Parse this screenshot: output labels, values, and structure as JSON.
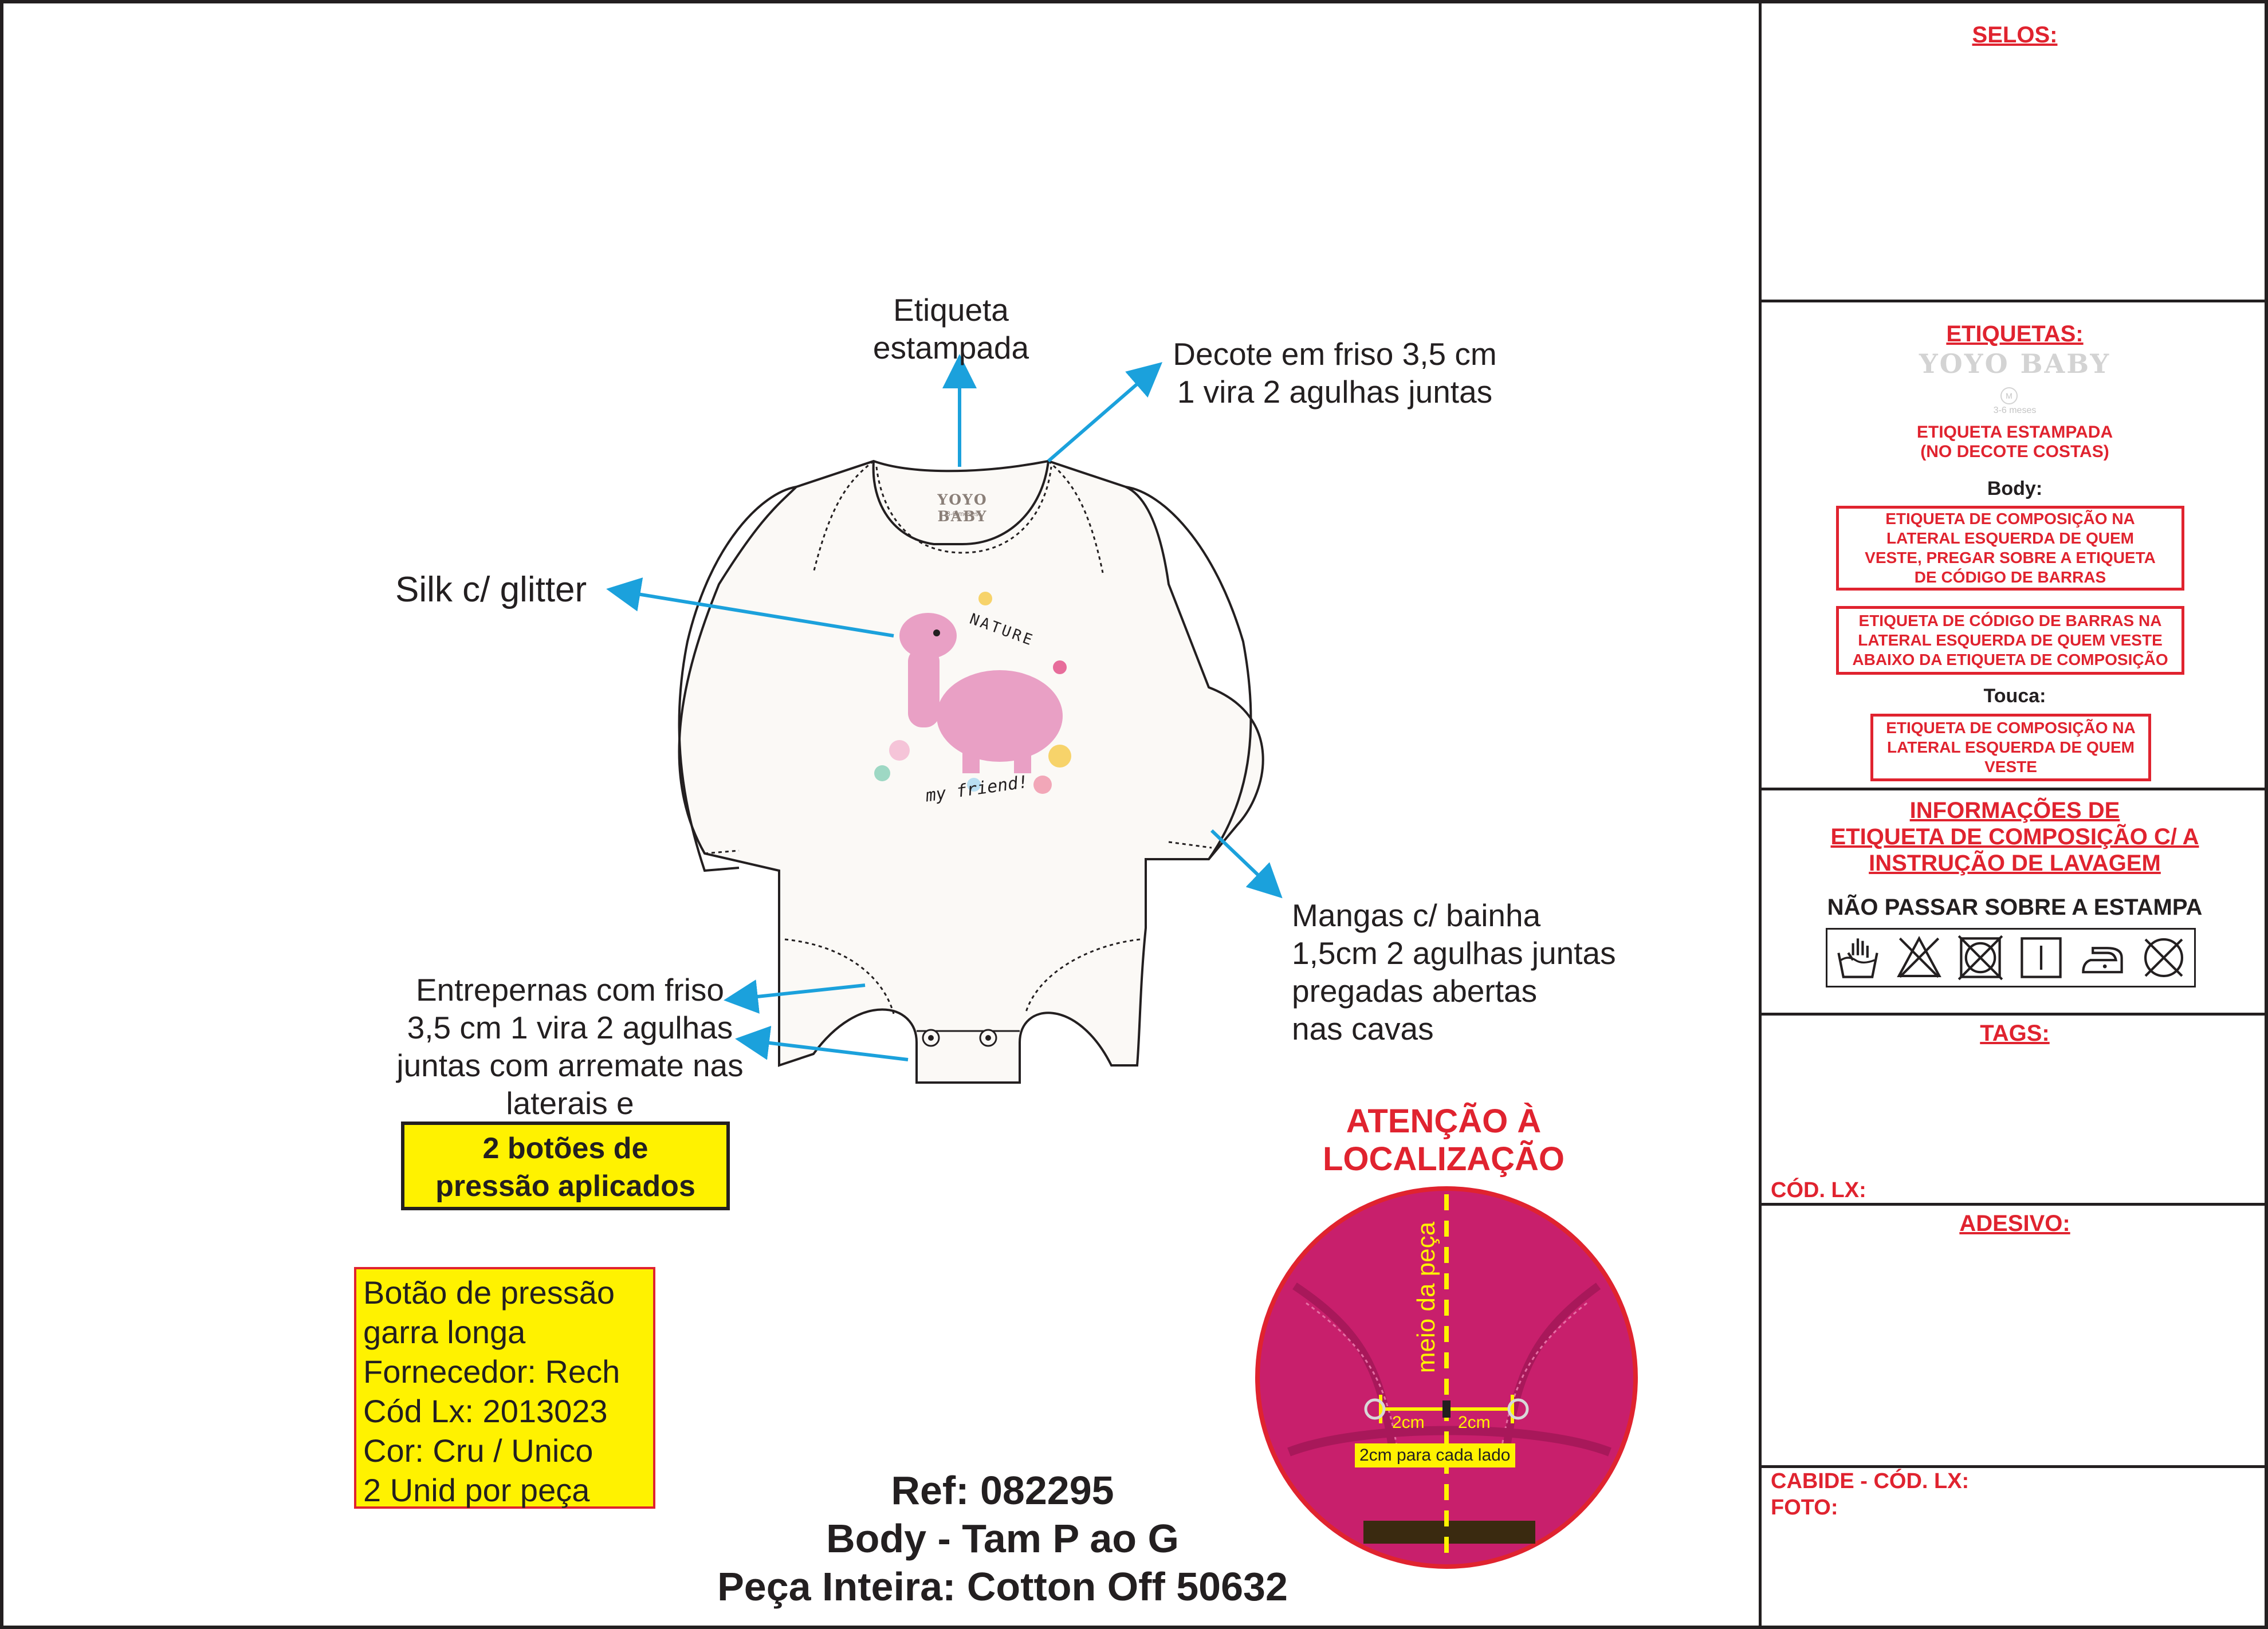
{
  "annotations": {
    "etiqueta_estampada": [
      "Etiqueta",
      "estampada"
    ],
    "decote": [
      "Decote em friso 3,5 cm",
      "1 vira 2 agulhas juntas"
    ],
    "silk": "Silk c/ glitter",
    "mangas": [
      "Mangas c/ bainha",
      "1,5cm 2 agulhas juntas",
      "pregadas abertas",
      "nas cavas"
    ],
    "entrepernas": [
      "Entrepernas com friso",
      "3,5 cm 1 vira 2 agulhas",
      "juntas com arremate nas",
      "laterais e"
    ],
    "botoes_highlight": [
      "2 botões de",
      "pressão aplicados"
    ]
  },
  "garment_print": {
    "label_brand": "YOYO BABY",
    "label_size": "3-6 meses",
    "print_text_top": "NATURE",
    "print_text_bottom": "my friend!"
  },
  "button_spec": [
    "Botão de pressão",
    "garra longa",
    "Fornecedor: Rech",
    "Cód Lx: 2013023",
    "Cor: Cru / Unico",
    "2 Unid por peça"
  ],
  "product": {
    "ref": "Ref: 082295",
    "name": "Body - Tam P ao G",
    "fabric": "Peça Inteira: Cotton Off 50632"
  },
  "attention": {
    "title": [
      "ATENÇÃO À",
      "LOCALIZAÇÃO"
    ],
    "center_label": "meio da peça",
    "left_measure": "2cm",
    "right_measure": "2cm",
    "note": "2cm para cada lado"
  },
  "panel": {
    "selos_title": "SELOS:",
    "etiquetas_title": "ETIQUETAS:",
    "label_preview_brand": "YOYO BABY",
    "label_preview_size": "M",
    "label_preview_age": "3-6 meses",
    "etiqueta_estampada": [
      "ETIQUETA ESTAMPADA",
      "(NO DECOTE COSTAS)"
    ],
    "body_label": "Body:",
    "body_box_1": [
      "ETIQUETA DE COMPOSIÇÃO NA",
      "LATERAL ESQUERDA DE QUEM",
      "VESTE, PREGAR SOBRE A ETIQUETA",
      "DE CÓDIGO DE BARRAS"
    ],
    "body_box_2": [
      "ETIQUETA DE CÓDIGO DE BARRAS NA",
      "LATERAL ESQUERDA DE QUEM VESTE",
      "ABAIXO DA ETIQUETA DE COMPOSIÇÃO"
    ],
    "touca_label": "Touca:",
    "touca_box": [
      "ETIQUETA DE COMPOSIÇÃO NA",
      "LATERAL ESQUERDA DE QUEM",
      "VESTE"
    ],
    "info_title": [
      "INFORMAÇÕES DE",
      "ETIQUETA DE COMPOSIÇÃO C/ A",
      "INSTRUÇÃO DE LAVAGEM"
    ],
    "nao_passar": "NÃO PASSAR SOBRE A ESTAMPA",
    "care_icons": [
      "hand-wash-icon",
      "no-bleach-icon",
      "no-tumble-dry-icon",
      "line-dry-icon",
      "iron-low-icon",
      "no-dry-clean-icon"
    ],
    "tags_title": "TAGS:",
    "cod_lx": "CÓD. LX:",
    "adesivo_title": "ADESIVO:",
    "cabide": "CABIDE - CÓD. LX:",
    "foto": "FOTO:"
  },
  "colors": {
    "accent_red": "#e0232f",
    "arrow_blue": "#1ba1dc",
    "highlight_yellow": "#fff200",
    "garment_fill": "#fbf9f6",
    "magenta_fabric": "#c81f6c"
  }
}
